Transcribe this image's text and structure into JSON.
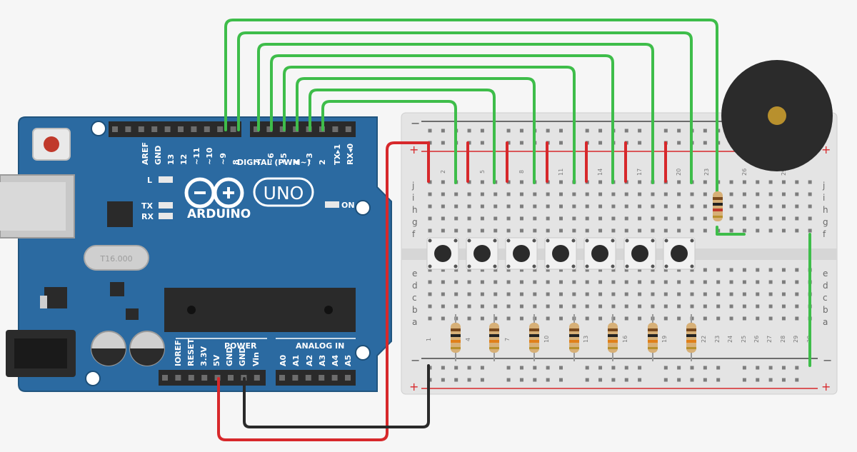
{
  "board": {
    "name": "ARDUINO",
    "model": "UNO",
    "on_label": "ON",
    "l_label": "L",
    "tx_label": "TX",
    "rx_label": "RX",
    "crystal_label": "T16.000",
    "digital_label": "DIGITAL (PWM~)",
    "power_label": "POWER",
    "analog_label": "ANALOG IN",
    "digital_pins": [
      "AREF",
      "GND",
      "13",
      "12",
      "~11",
      "~10",
      "~9",
      "8",
      "7",
      "~6",
      "~5",
      "4",
      "~3",
      "2",
      "TX▸1",
      "RX◂0"
    ],
    "power_pins": [
      "IOREF",
      "RESET",
      "3.3V",
      "5V",
      "GND",
      "GND",
      "Vin"
    ],
    "analog_pins": [
      "A0",
      "A1",
      "A2",
      "A3",
      "A4",
      "A5"
    ]
  },
  "breadboard": {
    "rail_plus": "+",
    "rail_minus": "−",
    "rows_top": [
      "j",
      "i",
      "h",
      "g",
      "f"
    ],
    "rows_bottom": [
      "e",
      "d",
      "c",
      "b",
      "a"
    ],
    "top_numbers": [
      "2",
      "5",
      "8",
      "11",
      "14",
      "17",
      "20",
      "23",
      "26",
      "29"
    ],
    "bottom_numbers": [
      "1",
      "4",
      "7",
      "10",
      "13",
      "16",
      "19",
      "22",
      "23",
      "24",
      "25",
      "26",
      "27",
      "28",
      "29",
      "30"
    ]
  },
  "colors": {
    "board": "#2b6aa1",
    "wire_green": "#3ebd4a",
    "wire_red": "#d7282b",
    "wire_black": "#2a2a2a",
    "breadboard": "#e4e4e4"
  }
}
